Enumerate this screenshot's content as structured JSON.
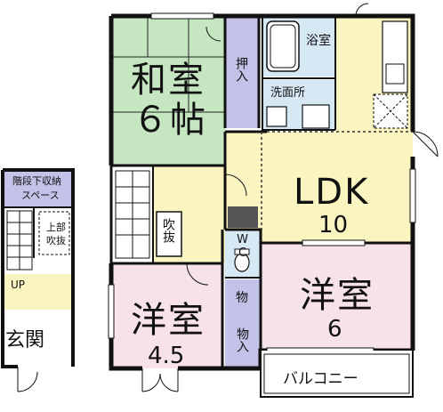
{
  "rooms": {
    "washitsu": {
      "name": "和室",
      "size": "６帖"
    },
    "oshiire": {
      "name": "押入"
    },
    "bath": {
      "name": "浴室"
    },
    "washroom": {
      "name": "洗面所"
    },
    "ldk": {
      "name": "LDK",
      "size": "10"
    },
    "fukinuke": {
      "name": "吹抜"
    },
    "wc": {
      "name": "WC"
    },
    "yoshitsu_left": {
      "name": "洋室",
      "size": "4.5"
    },
    "yoshitsu_right": {
      "name": "洋室",
      "size": "6"
    },
    "mono": {
      "name": "物"
    },
    "mono_ire": {
      "name": "物入"
    },
    "balcony": {
      "name": "バルコニー"
    },
    "stair_storage": {
      "line1": "階段下収納",
      "line2": "スペース"
    },
    "upper_fukinuke": {
      "line1": "上部",
      "line2": "吹抜"
    },
    "up": {
      "name": "UP"
    },
    "genkan": {
      "name": "玄関"
    }
  },
  "colors": {
    "washitsu": "#c6e6c2",
    "oshiire": "#c3c2e8",
    "wet_area": "#d6e8f4",
    "ldk": "#faf4c0",
    "yoshitsu": "#f8e2ea",
    "stair_storage": "#c3c2e8",
    "wall": "#111111"
  }
}
